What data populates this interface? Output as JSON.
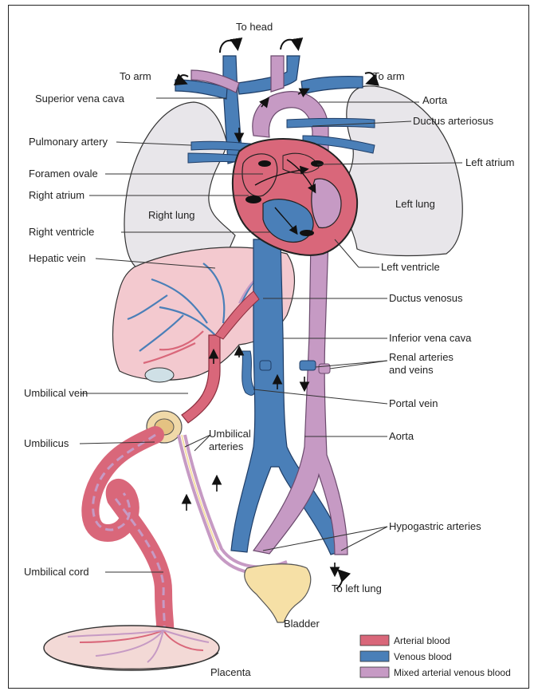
{
  "colors": {
    "arterial": "#d9677a",
    "venous": "#4a7fb8",
    "mixed": "#c69ac4",
    "lung": "#e8e6ea",
    "liver": "#f3c9cf",
    "placenta": "#f3d9d6",
    "bladder": "#f6e0a6",
    "umbilicus": "#f0d9a8"
  },
  "labels": {
    "to_head": "To head",
    "to_arm_left": "To arm",
    "to_arm_right": "To arm",
    "superior_vena_cava": "Superior vena cava",
    "aorta_top": "Aorta",
    "ductus_arteriosus": "Ductus arteriosus",
    "pulmonary_artery": "Pulmonary artery",
    "left_atrium": "Left atrium",
    "foramen_ovale": "Foramen ovale",
    "right_atrium": "Right atrium",
    "right_lung": "Right lung",
    "left_lung": "Left lung",
    "right_ventricle": "Right ventricle",
    "hepatic_vein": "Hepatic vein",
    "left_ventricle": "Left ventricle",
    "ductus_venosus": "Ductus venosus",
    "inferior_vena_cava": "Inferior vena cava",
    "renal_line1": "Renal arteries",
    "renal_line2": "and veins",
    "umbilical_vein": "Umbilical vein",
    "portal_vein": "Portal vein",
    "umbilicus": "Umbilicus",
    "umbilical_arteries_line1": "Umbilical",
    "umbilical_arteries_line2": "arteries",
    "aorta_bottom": "Aorta",
    "hypogastric_arteries": "Hypogastric arteries",
    "umbilical_cord": "Umbilical cord",
    "to_left_lung": "To left lung",
    "bladder": "Bladder",
    "placenta": "Placenta"
  },
  "legend": [
    {
      "label": "Arterial blood",
      "color": "#d9677a"
    },
    {
      "label": "Venous blood",
      "color": "#4a7fb8"
    },
    {
      "label": "Mixed arterial venous blood",
      "color": "#c69ac4"
    }
  ]
}
